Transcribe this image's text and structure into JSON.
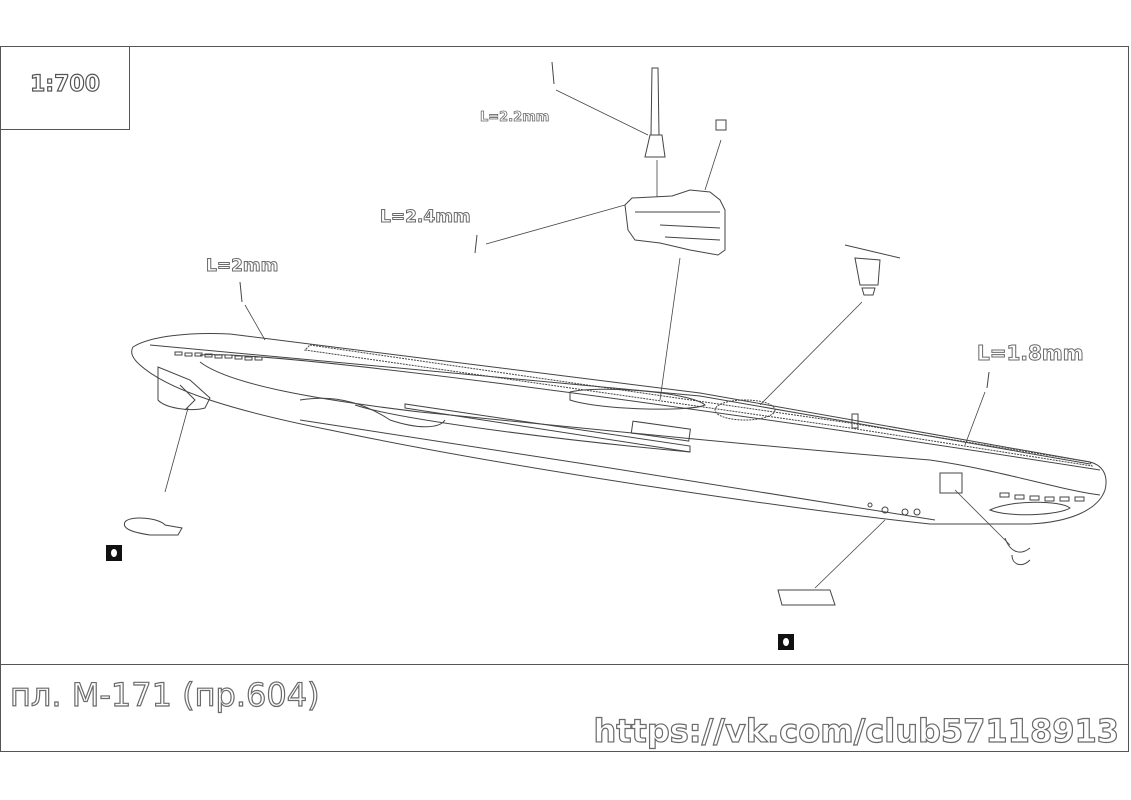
{
  "scale": "1:700",
  "title": "пл. М-171 (пр.604)",
  "url": "https://vk.com/club57118913",
  "labels": {
    "antenna_length": "L=2.2mm",
    "periscope_length": "L=2.4mm",
    "bow_rod_length": "L=2mm",
    "stern_rod_length": "L=1.8mm"
  },
  "colors": {
    "line": "#444444",
    "text_outline": "#6a6a6a",
    "background": "#ffffff"
  },
  "icons": [
    "part-marker-icon",
    "part-marker-icon"
  ]
}
